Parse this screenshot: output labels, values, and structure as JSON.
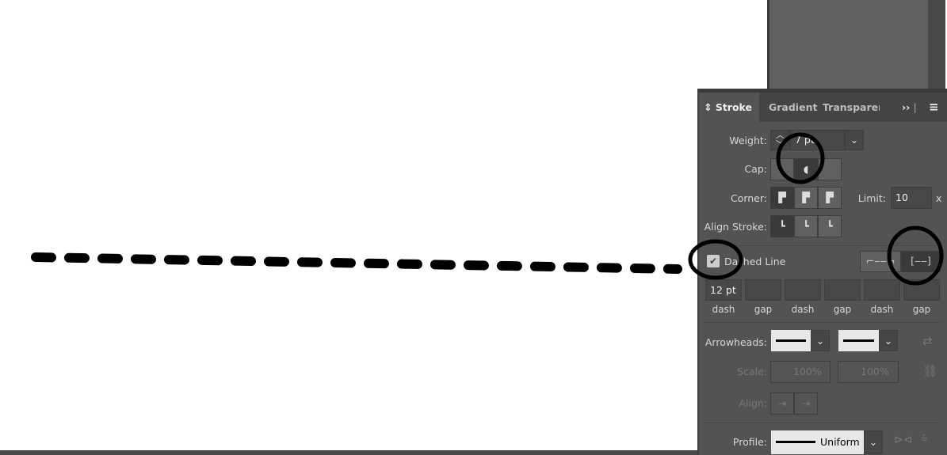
{
  "panel": {
    "tabs": [
      {
        "label": "Stroke"
      },
      {
        "label": "Gradient"
      },
      {
        "label": "Transparen"
      }
    ],
    "weight": {
      "label": "Weight:",
      "value": "7 pt"
    },
    "cap": {
      "label": "Cap:",
      "selected": "round-cap"
    },
    "corner": {
      "label": "Corner:",
      "selected": "miter-join"
    },
    "limit": {
      "label": "Limit:",
      "value": "10",
      "unit": "x"
    },
    "align_stroke": {
      "label": "Align Stroke:",
      "selected": "center"
    },
    "dashed_line": {
      "label": "Dashed Line",
      "checked": true,
      "mode": "align-to-corners"
    },
    "dash_fields": [
      {
        "value": "12 pt",
        "label": "dash"
      },
      {
        "value": "",
        "label": "gap"
      },
      {
        "value": "",
        "label": "dash"
      },
      {
        "value": "",
        "label": "gap"
      },
      {
        "value": "",
        "label": "dash"
      },
      {
        "value": "",
        "label": "gap"
      }
    ],
    "arrowheads": {
      "label": "Arrowheads:"
    },
    "scale": {
      "label": "Scale:",
      "start": "100%",
      "end": "100%"
    },
    "align": {
      "label": "Align:"
    },
    "profile": {
      "label": "Profile:",
      "value": "Uniform"
    }
  }
}
